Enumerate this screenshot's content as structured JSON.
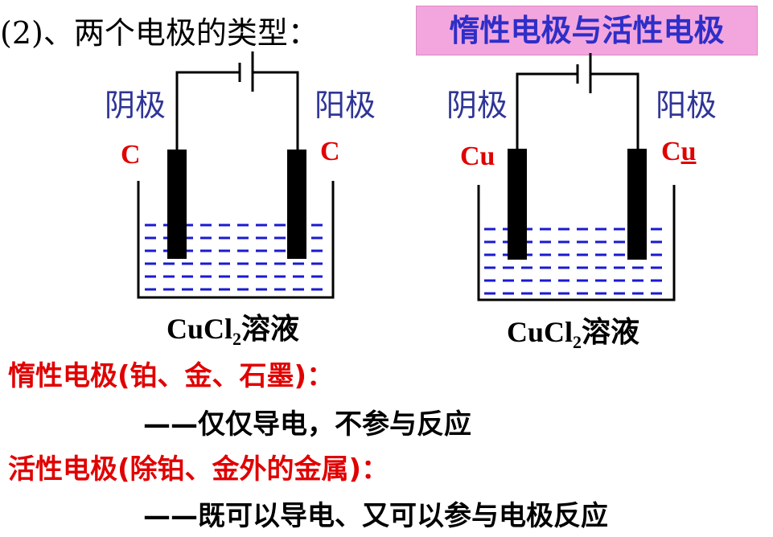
{
  "heading": "(2)、两个电极的类型：",
  "badge": "惰性电极与活性电极",
  "left_cell": {
    "cathode_label": "阴极",
    "anode_label": "阳极",
    "cathode_material": "C",
    "anode_material": "C",
    "solution_formula_main": "CuCl",
    "solution_formula_sub": "2",
    "solution_suffix": "溶液"
  },
  "right_cell": {
    "cathode_label": "阴极",
    "anode_label": "阳极",
    "cathode_material": "Cu",
    "anode_material_prefix": "C",
    "anode_material_underlined": "u",
    "solution_formula_main": "CuCl",
    "solution_formula_sub": "2",
    "solution_suffix": "溶液"
  },
  "inert": {
    "title": "惰性电极(铂、金、石墨)：",
    "desc": "——仅仅导电，不参与反应"
  },
  "active": {
    "title": "活性电极(除铂、金外的金属)：",
    "desc": "——既可以导电、又可以参与电极反应"
  },
  "colors": {
    "electrode_label": "#2f3596",
    "material": "#e00000",
    "badge_bg": "#f3a6de",
    "badge_text": "#2e2ec8",
    "solution_lines": "#1a1ad0"
  }
}
